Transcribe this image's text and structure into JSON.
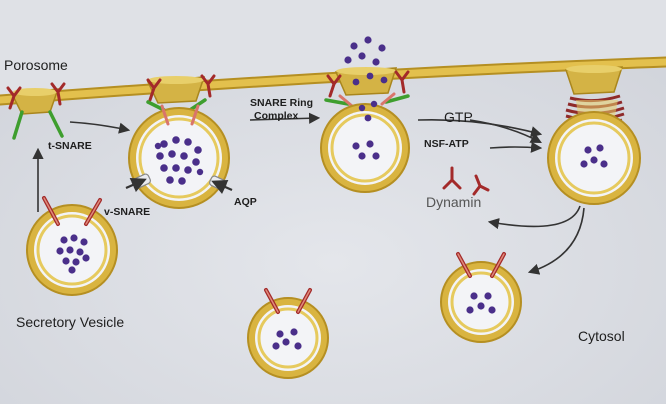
{
  "labels": {
    "porosome": "Porosome",
    "t_snare": "t-SNARE",
    "v_snare": "v-SNARE",
    "aqp": "AQP",
    "snare_ring_line1": "SNARE Ring",
    "snare_ring_line2": "Complex",
    "gtp": "GTP",
    "nsf_atp": "NSF-ATP",
    "dynamin": "Dynamin",
    "secretory_vesicle": "Secretory Vesicle",
    "cytosol": "Cytosol"
  },
  "colors": {
    "membrane": "#d9b440",
    "membrane_dark": "#b58f22",
    "vesicle_lumen": "#f3f4f7",
    "granule": "#4a2f8a",
    "snare_red": "#a32a2a",
    "snare_green": "#3e9e2e",
    "v_snare_pink": "#d9756a",
    "background": "#d9dbe1"
  }
}
